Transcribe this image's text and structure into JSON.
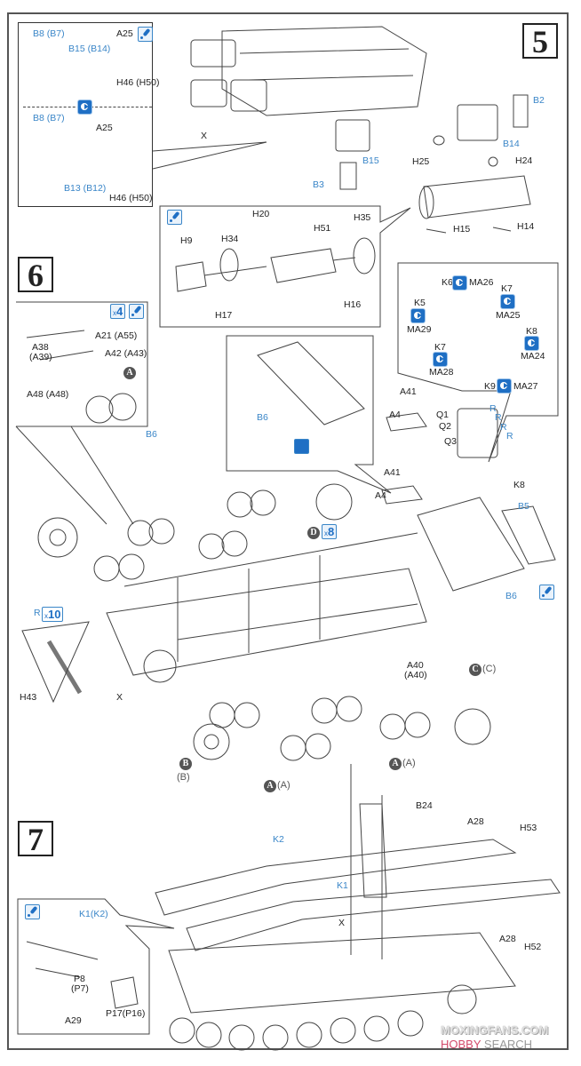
{
  "document": {
    "type": "model kit assembly instructions",
    "steps": [
      {
        "number": "5"
      },
      {
        "number": "6"
      },
      {
        "number": "7"
      }
    ]
  },
  "step5": {
    "number": "5",
    "inset_top": {
      "labels": {
        "b8": "B8 (B7)",
        "b15": "B15 (B14)",
        "a25": "A25",
        "h46": "H46 (H50)"
      },
      "icon": "glue-icon"
    },
    "inset_bottom": {
      "labels": {
        "b8": "B8 (B7)",
        "b13": "B13 (B12)",
        "a25": "A25",
        "h46": "H46 (H50)"
      },
      "icon": "mirror-opposite-side-icon"
    },
    "main_labels": {
      "x": "X",
      "b15": "B15",
      "b3": "B3",
      "b2": "B2",
      "b14": "B14",
      "h25": "H25",
      "h24": "H24",
      "h15": "H15",
      "h14": "H14"
    },
    "muffler_inset": {
      "icon": "glue-icon",
      "labels": {
        "h20": "H20",
        "h35": "H35",
        "h9": "H9",
        "h34": "H34",
        "h51": "H51",
        "h16": "H16",
        "h17": "H17"
      }
    }
  },
  "step6": {
    "number": "6",
    "suspension_inset": {
      "count_badge": "4",
      "count_prefix": "x",
      "labels": {
        "a38": "A38",
        "a39": "(A39)",
        "a21": "A21 (A55)",
        "a42": "A42 (A43)",
        "a48": "A48 (A48)"
      },
      "wheel_marker": "A"
    },
    "hatch_inset": {
      "labels": {
        "b6": "B6"
      },
      "icon": "drill-hole-icon"
    },
    "tools_inset": {
      "items": [
        {
          "part": "K6",
          "decal": "MA26"
        },
        {
          "part": "K7",
          "decal": "MA25"
        },
        {
          "part": "K5",
          "decal": "MA29"
        },
        {
          "part": "K8",
          "decal": "MA24"
        },
        {
          "part": "K7",
          "decal": "MA28"
        },
        {
          "part": "K9",
          "decal": "MA27"
        }
      ]
    },
    "deck_labels": {
      "a41a": "A41",
      "a4a": "A4",
      "a41b": "A41",
      "a4b": "A4",
      "q1": "Q1",
      "q2": "Q2",
      "q3": "Q3",
      "r": "R",
      "k8": "K8",
      "b5": "B5",
      "b6": "B6"
    },
    "hull_labels": {
      "b6": "B6",
      "x": "X",
      "h43": "H43",
      "r": "R",
      "track_count": "10",
      "a40a": "A40",
      "a40b": "(A40)"
    },
    "wheel_markers": {
      "d": {
        "letter": "D",
        "count": "8"
      },
      "c": {
        "letter": "C",
        "paren": "C"
      },
      "b": {
        "letter": "B",
        "paren": "B"
      },
      "a1": {
        "letter": "A",
        "paren": "A"
      },
      "a2": {
        "letter": "A",
        "paren": "A"
      }
    }
  },
  "step7": {
    "number": "7",
    "labels": {
      "b24": "B24",
      "a28a": "A28",
      "h53": "H53",
      "k2": "K2",
      "k1": "K1",
      "x": "X",
      "a28b": "A28",
      "h52": "H52"
    },
    "fender_inset": {
      "icon": "glue-icon",
      "labels": {
        "k1k2": "K1(K2)",
        "p8": "P8",
        "p7": "(P7)",
        "a29": "A29",
        "p17": "P17(P16)"
      }
    }
  },
  "watermark": {
    "line1": "MOXINGFANS.COM",
    "line2_brand": "HOBBY",
    "line2_rest": " SEARCH"
  }
}
